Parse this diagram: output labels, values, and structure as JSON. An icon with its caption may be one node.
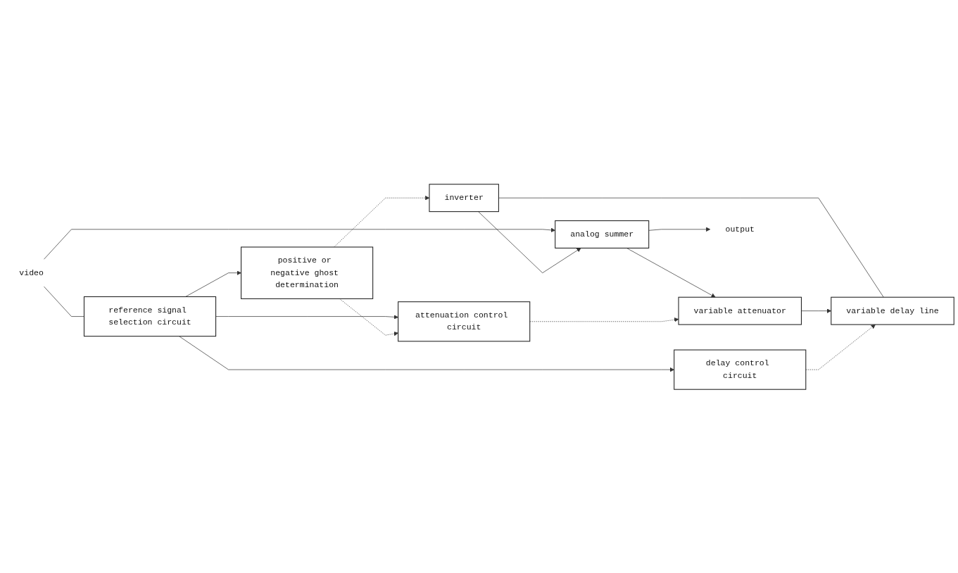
{
  "diagram": {
    "nodes": [
      {
        "text": [
          "inverter"
        ]
      },
      {
        "text": [
          "video"
        ]
      },
      {
        "text": [
          "analog summer"
        ]
      },
      {
        "text": [
          "variable attenuator"
        ]
      },
      {
        "text": [
          "variable delay line"
        ]
      },
      {
        "text": [
          "output"
        ]
      },
      {
        "text": [
          "reference signal selection circuit"
        ]
      },
      {
        "text": [
          "attenuation control circuit"
        ]
      },
      {
        "text": [
          "delay control circuit"
        ]
      },
      {
        "text": [
          "positive or negative ghost determination"
        ]
      }
    ],
    "edges": [
      {
        "from": 1,
        "to": 2,
        "arrow": "to"
      },
      {
        "from": 1,
        "to": 6,
        "arrow": "none"
      },
      {
        "from": 0,
        "to": 2,
        "arrow": "to"
      },
      {
        "from": 4,
        "to": 0,
        "arrow": "none"
      },
      {
        "from": 2,
        "to": 3,
        "arrow": "to"
      },
      {
        "from": 2,
        "to": 5,
        "arrow": "to"
      },
      {
        "from": 3,
        "to": 4,
        "arrow": "to"
      },
      {
        "from": 7,
        "to": 3,
        "arrow": "to",
        "style": "dashed"
      },
      {
        "from": 8,
        "to": 4,
        "arrow": "to",
        "style": "dashed"
      },
      {
        "from": 6,
        "to": 7,
        "arrow": "to"
      },
      {
        "from": 6,
        "to": 8,
        "arrow": "to"
      },
      {
        "from": 6,
        "to": 9,
        "arrow": "to"
      },
      {
        "from": 9,
        "to": 7,
        "arrow": "to",
        "style": "dashed"
      },
      {
        "from": 9,
        "to": 0,
        "arrow": "to",
        "style": "dashed"
      }
    ]
  }
}
